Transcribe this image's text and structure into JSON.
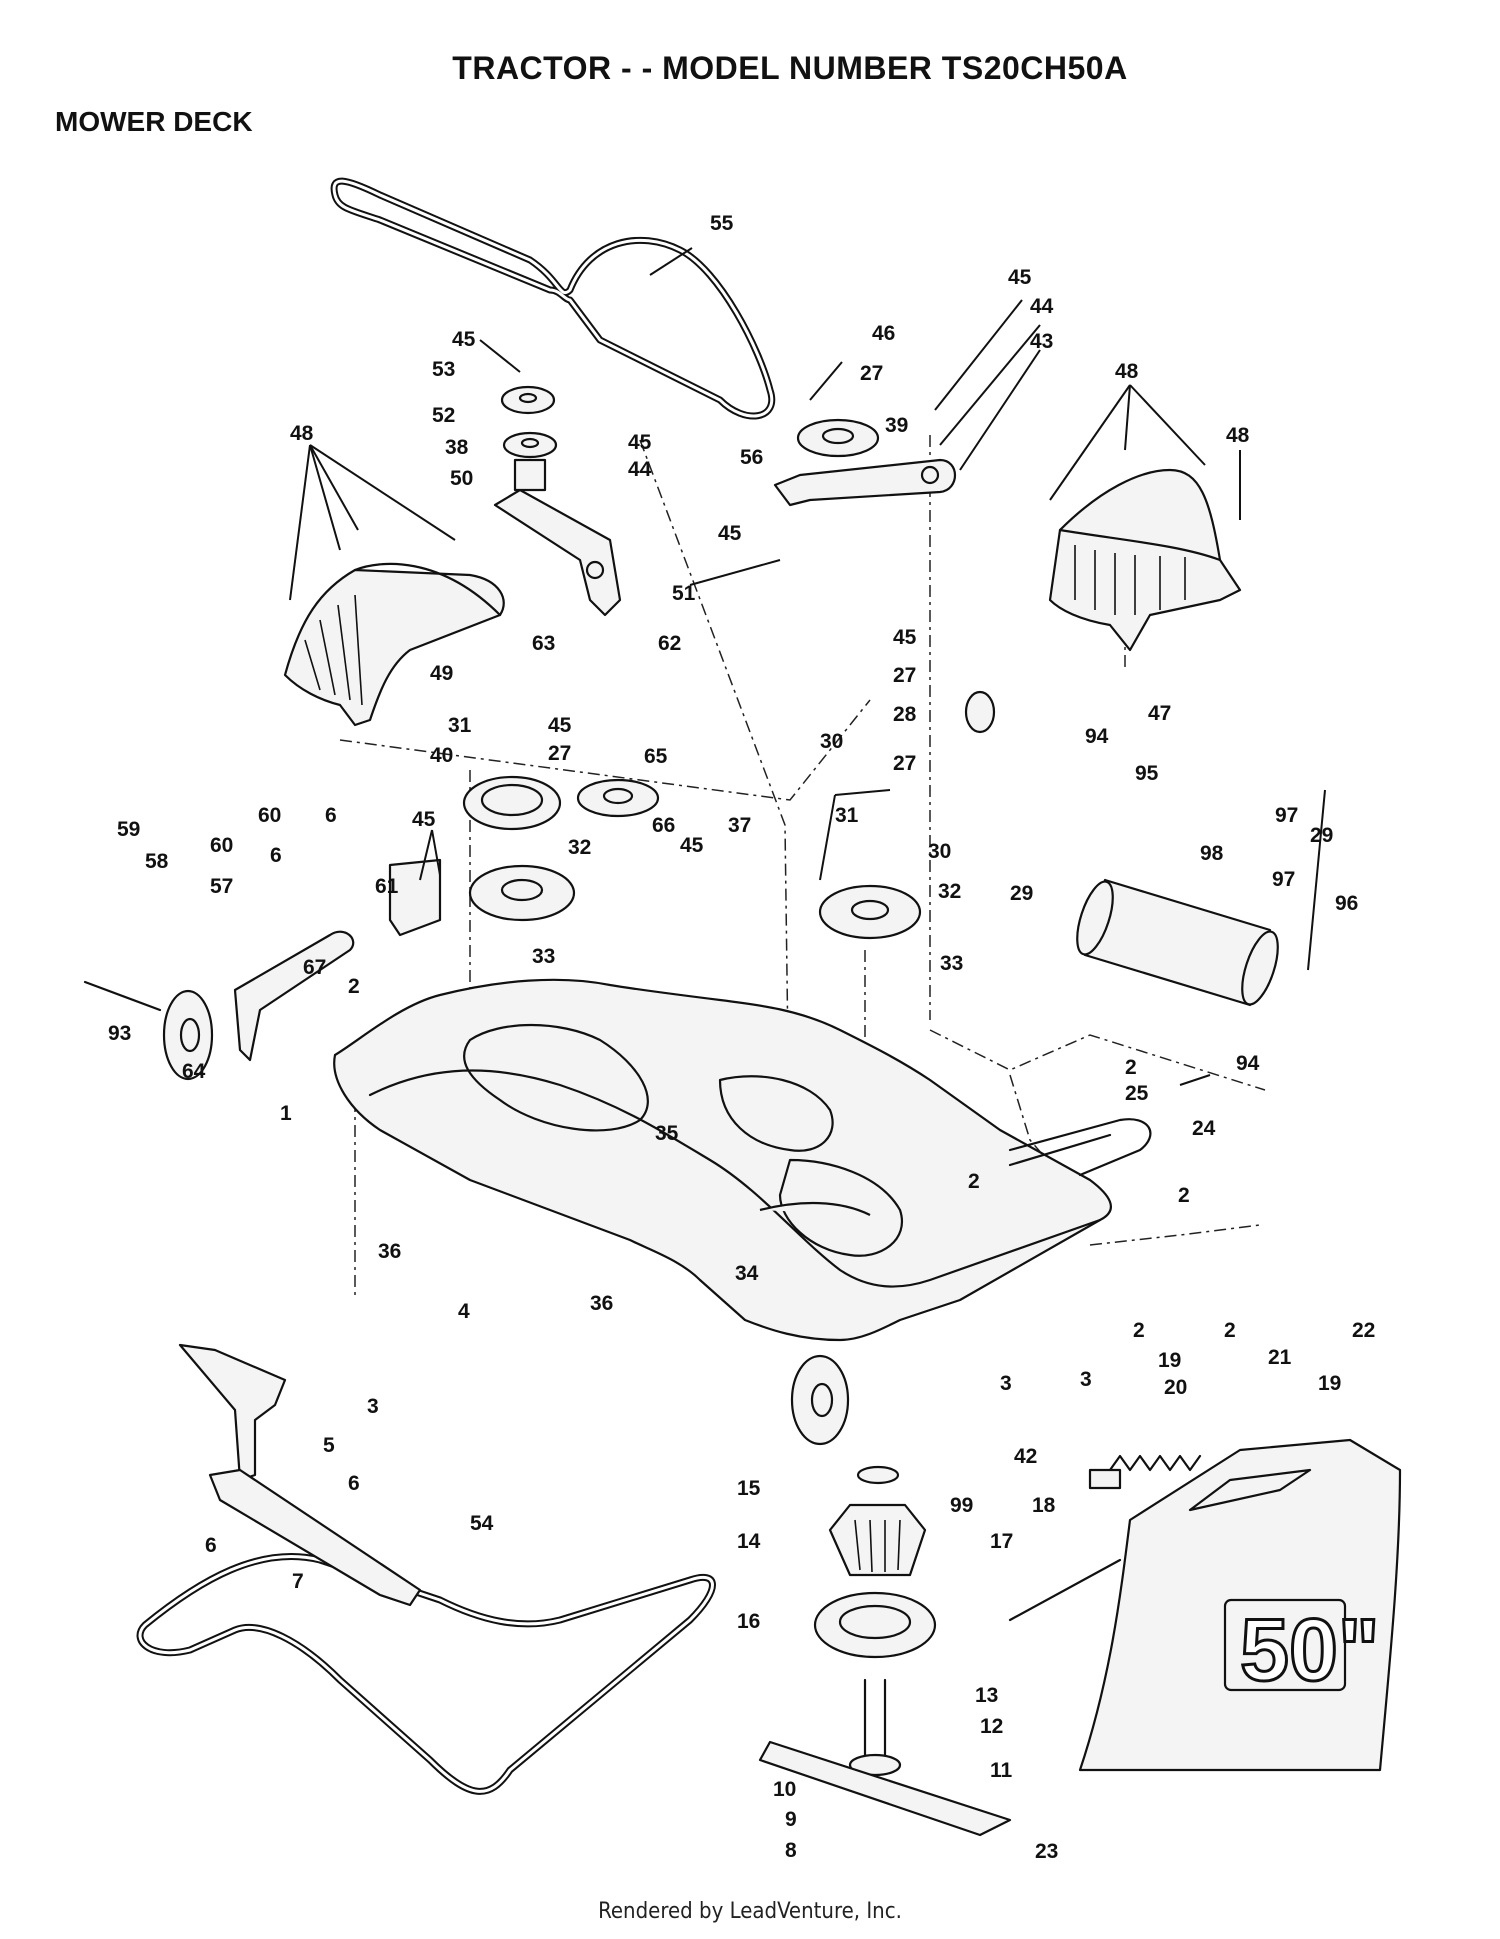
{
  "title": "TRACTOR - - MODEL NUMBER TS20CH50A",
  "section_title": "MOWER DECK",
  "footer": "Rendered by LeadVenture, Inc.",
  "callouts": [
    {
      "label": "55"
    },
    {
      "label": "45"
    },
    {
      "label": "44"
    },
    {
      "label": "43"
    },
    {
      "label": "46"
    },
    {
      "label": "27"
    },
    {
      "label": "39"
    },
    {
      "label": "45"
    },
    {
      "label": "53"
    },
    {
      "label": "52"
    },
    {
      "label": "38"
    },
    {
      "label": "50"
    },
    {
      "label": "45"
    },
    {
      "label": "44"
    },
    {
      "label": "56"
    },
    {
      "label": "45"
    },
    {
      "label": "51"
    },
    {
      "label": "48"
    },
    {
      "label": "48"
    },
    {
      "label": "48"
    },
    {
      "label": "63"
    },
    {
      "label": "62"
    },
    {
      "label": "49"
    },
    {
      "label": "47"
    },
    {
      "label": "45"
    },
    {
      "label": "27"
    },
    {
      "label": "28"
    },
    {
      "label": "27"
    },
    {
      "label": "94"
    },
    {
      "label": "95"
    },
    {
      "label": "31"
    },
    {
      "label": "45"
    },
    {
      "label": "27"
    },
    {
      "label": "65"
    },
    {
      "label": "40"
    },
    {
      "label": "30"
    },
    {
      "label": "60"
    },
    {
      "label": "6"
    },
    {
      "label": "45"
    },
    {
      "label": "66"
    },
    {
      "label": "37"
    },
    {
      "label": "45"
    },
    {
      "label": "31"
    },
    {
      "label": "30"
    },
    {
      "label": "97"
    },
    {
      "label": "59"
    },
    {
      "label": "58"
    },
    {
      "label": "60"
    },
    {
      "label": "6"
    },
    {
      "label": "57"
    },
    {
      "label": "61"
    },
    {
      "label": "32"
    },
    {
      "label": "32"
    },
    {
      "label": "29"
    },
    {
      "label": "98"
    },
    {
      "label": "29"
    },
    {
      "label": "97"
    },
    {
      "label": "96"
    },
    {
      "label": "2"
    },
    {
      "label": "67"
    },
    {
      "label": "33"
    },
    {
      "label": "33"
    },
    {
      "label": "93"
    },
    {
      "label": "64"
    },
    {
      "label": "94"
    },
    {
      "label": "1"
    },
    {
      "label": "2"
    },
    {
      "label": "25"
    },
    {
      "label": "35"
    },
    {
      "label": "24"
    },
    {
      "label": "2"
    },
    {
      "label": "2"
    },
    {
      "label": "36"
    },
    {
      "label": "34"
    },
    {
      "label": "4"
    },
    {
      "label": "36"
    },
    {
      "label": "3"
    },
    {
      "label": "2"
    },
    {
      "label": "19"
    },
    {
      "label": "2"
    },
    {
      "label": "21"
    },
    {
      "label": "22"
    },
    {
      "label": "3"
    },
    {
      "label": "3"
    },
    {
      "label": "20"
    },
    {
      "label": "19"
    },
    {
      "label": "5"
    },
    {
      "label": "42"
    },
    {
      "label": "15"
    },
    {
      "label": "99"
    },
    {
      "label": "18"
    },
    {
      "label": "6"
    },
    {
      "label": "6"
    },
    {
      "label": "7"
    },
    {
      "label": "54"
    },
    {
      "label": "14"
    },
    {
      "label": "17"
    },
    {
      "label": "16"
    },
    {
      "label": "13"
    },
    {
      "label": "12"
    },
    {
      "label": "11"
    },
    {
      "label": "10"
    },
    {
      "label": "9"
    },
    {
      "label": "8"
    },
    {
      "label": "23"
    }
  ],
  "deck_size_marking": "50\""
}
